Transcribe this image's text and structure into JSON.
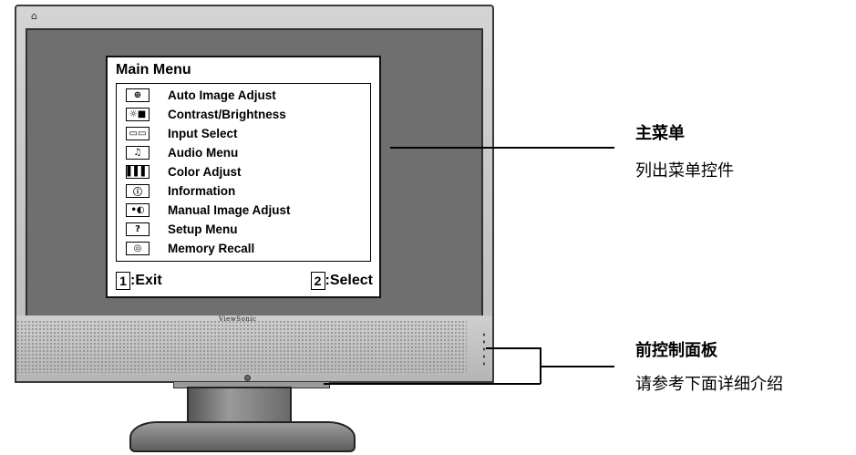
{
  "monitor": {
    "logo": "ViewSonic"
  },
  "osd": {
    "title": "Main Menu",
    "items": [
      {
        "label": "Auto Image Adjust",
        "icon": "auto-adjust-icon",
        "glyph": "⊕"
      },
      {
        "label": "Contrast/Brightness",
        "icon": "contrast-icon",
        "glyph": "☼■"
      },
      {
        "label": "Input Select",
        "icon": "input-select-icon",
        "glyph": "▭▭"
      },
      {
        "label": "Audio Menu",
        "icon": "audio-icon",
        "glyph": "♫"
      },
      {
        "label": "Color Adjust",
        "icon": "color-bars-icon",
        "glyph": "▌▌▌"
      },
      {
        "label": "Information",
        "icon": "info-icon",
        "glyph": "ⓘ"
      },
      {
        "label": "Manual Image Adjust",
        "icon": "manual-adjust-icon",
        "glyph": "•◐"
      },
      {
        "label": "Setup Menu",
        "icon": "question-icon",
        "glyph": "?"
      },
      {
        "label": "Memory Recall",
        "icon": "memory-recall-icon",
        "glyph": "◎"
      }
    ],
    "footer": {
      "exit_key": "1",
      "exit_label": ":Exit",
      "select_key": "2",
      "select_label": ":Select"
    }
  },
  "callouts": {
    "main_menu": {
      "title": "主菜单",
      "desc": "列出菜单控件"
    },
    "front_panel": {
      "title": "前控制面板",
      "desc": "请参考下面详细介绍"
    }
  }
}
